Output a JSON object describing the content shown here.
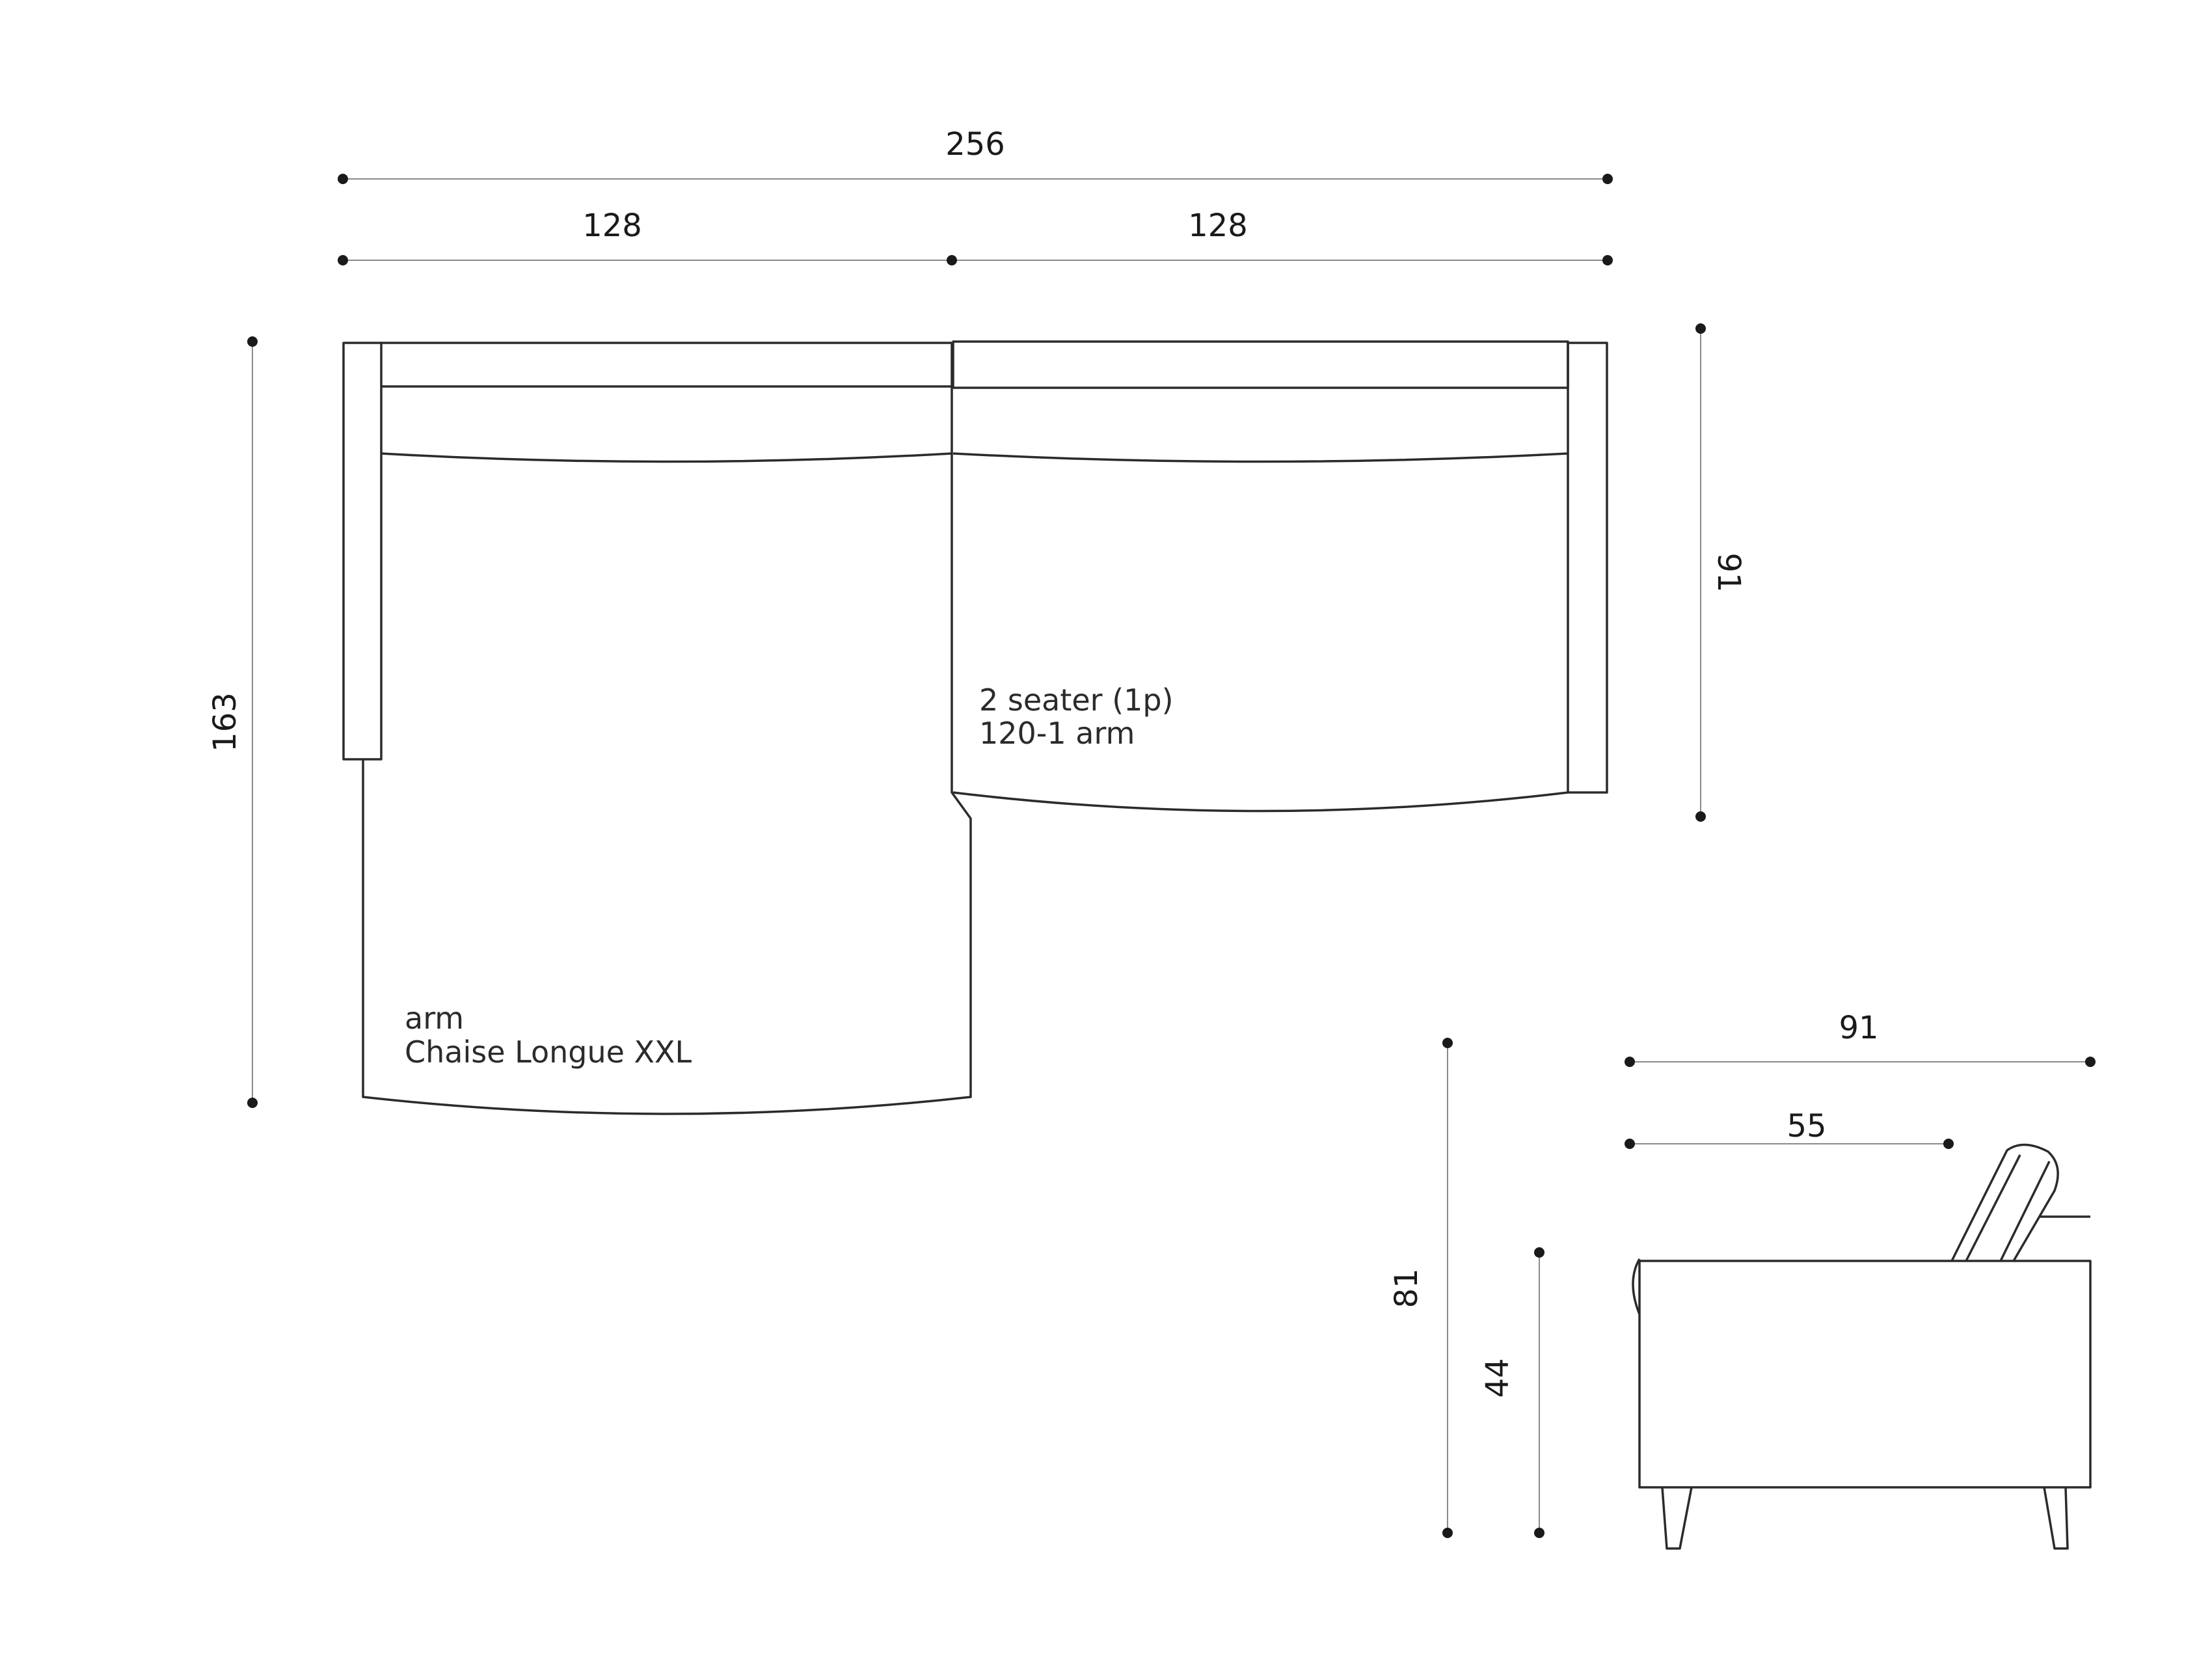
{
  "dimensions": {
    "overall_width": "256",
    "left_width": "128",
    "right_width": "128",
    "left_depth": "163",
    "right_depth": "91",
    "side_depth": "91",
    "seat_depth": "55",
    "total_height": "81",
    "seat_height": "44"
  },
  "modules": {
    "two_seater": {
      "line1": "2 seater (1p)",
      "line2": "120-1 arm"
    },
    "chaise": {
      "line1": "arm",
      "line2": "Chaise Longue XXL"
    }
  },
  "colors": {
    "outline": "#2b2b2b",
    "dimension_line": "#8a8a8a"
  }
}
